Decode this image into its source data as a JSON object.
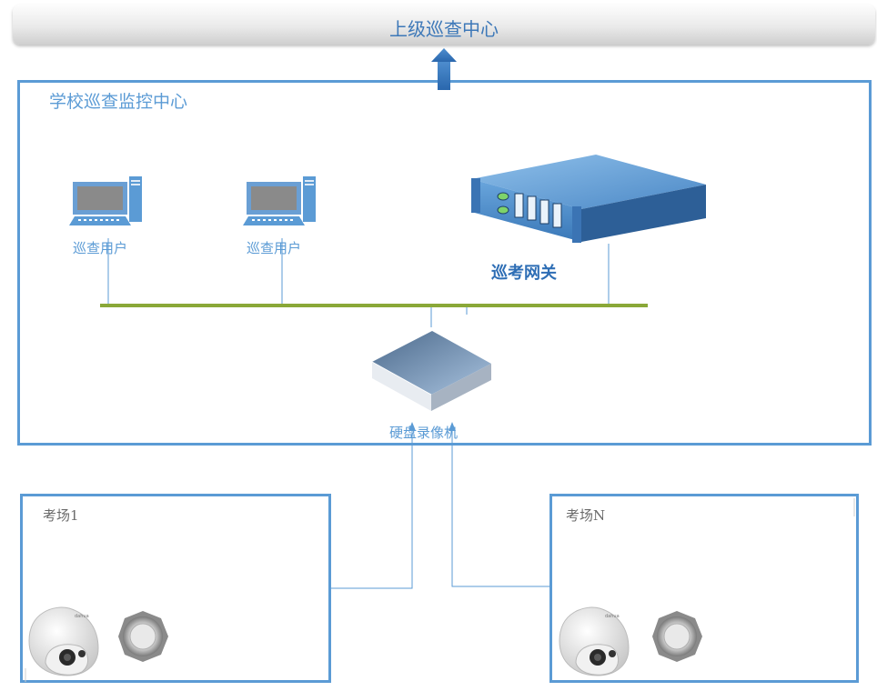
{
  "header": {
    "title": "上级巡查中心"
  },
  "school": {
    "title": "学校巡查监控中心",
    "users": [
      {
        "label": "巡查用户"
      },
      {
        "label": "巡查用户"
      }
    ],
    "gateway_label": "巡考网关",
    "nvr_label": "硬盘录像机"
  },
  "rooms": [
    {
      "label": "考场1"
    },
    {
      "label": "考场N"
    }
  ],
  "colors": {
    "box_border": "#5b9bd5",
    "lan_bus": "#8aa838",
    "text_blue": "#5b9bd5"
  }
}
